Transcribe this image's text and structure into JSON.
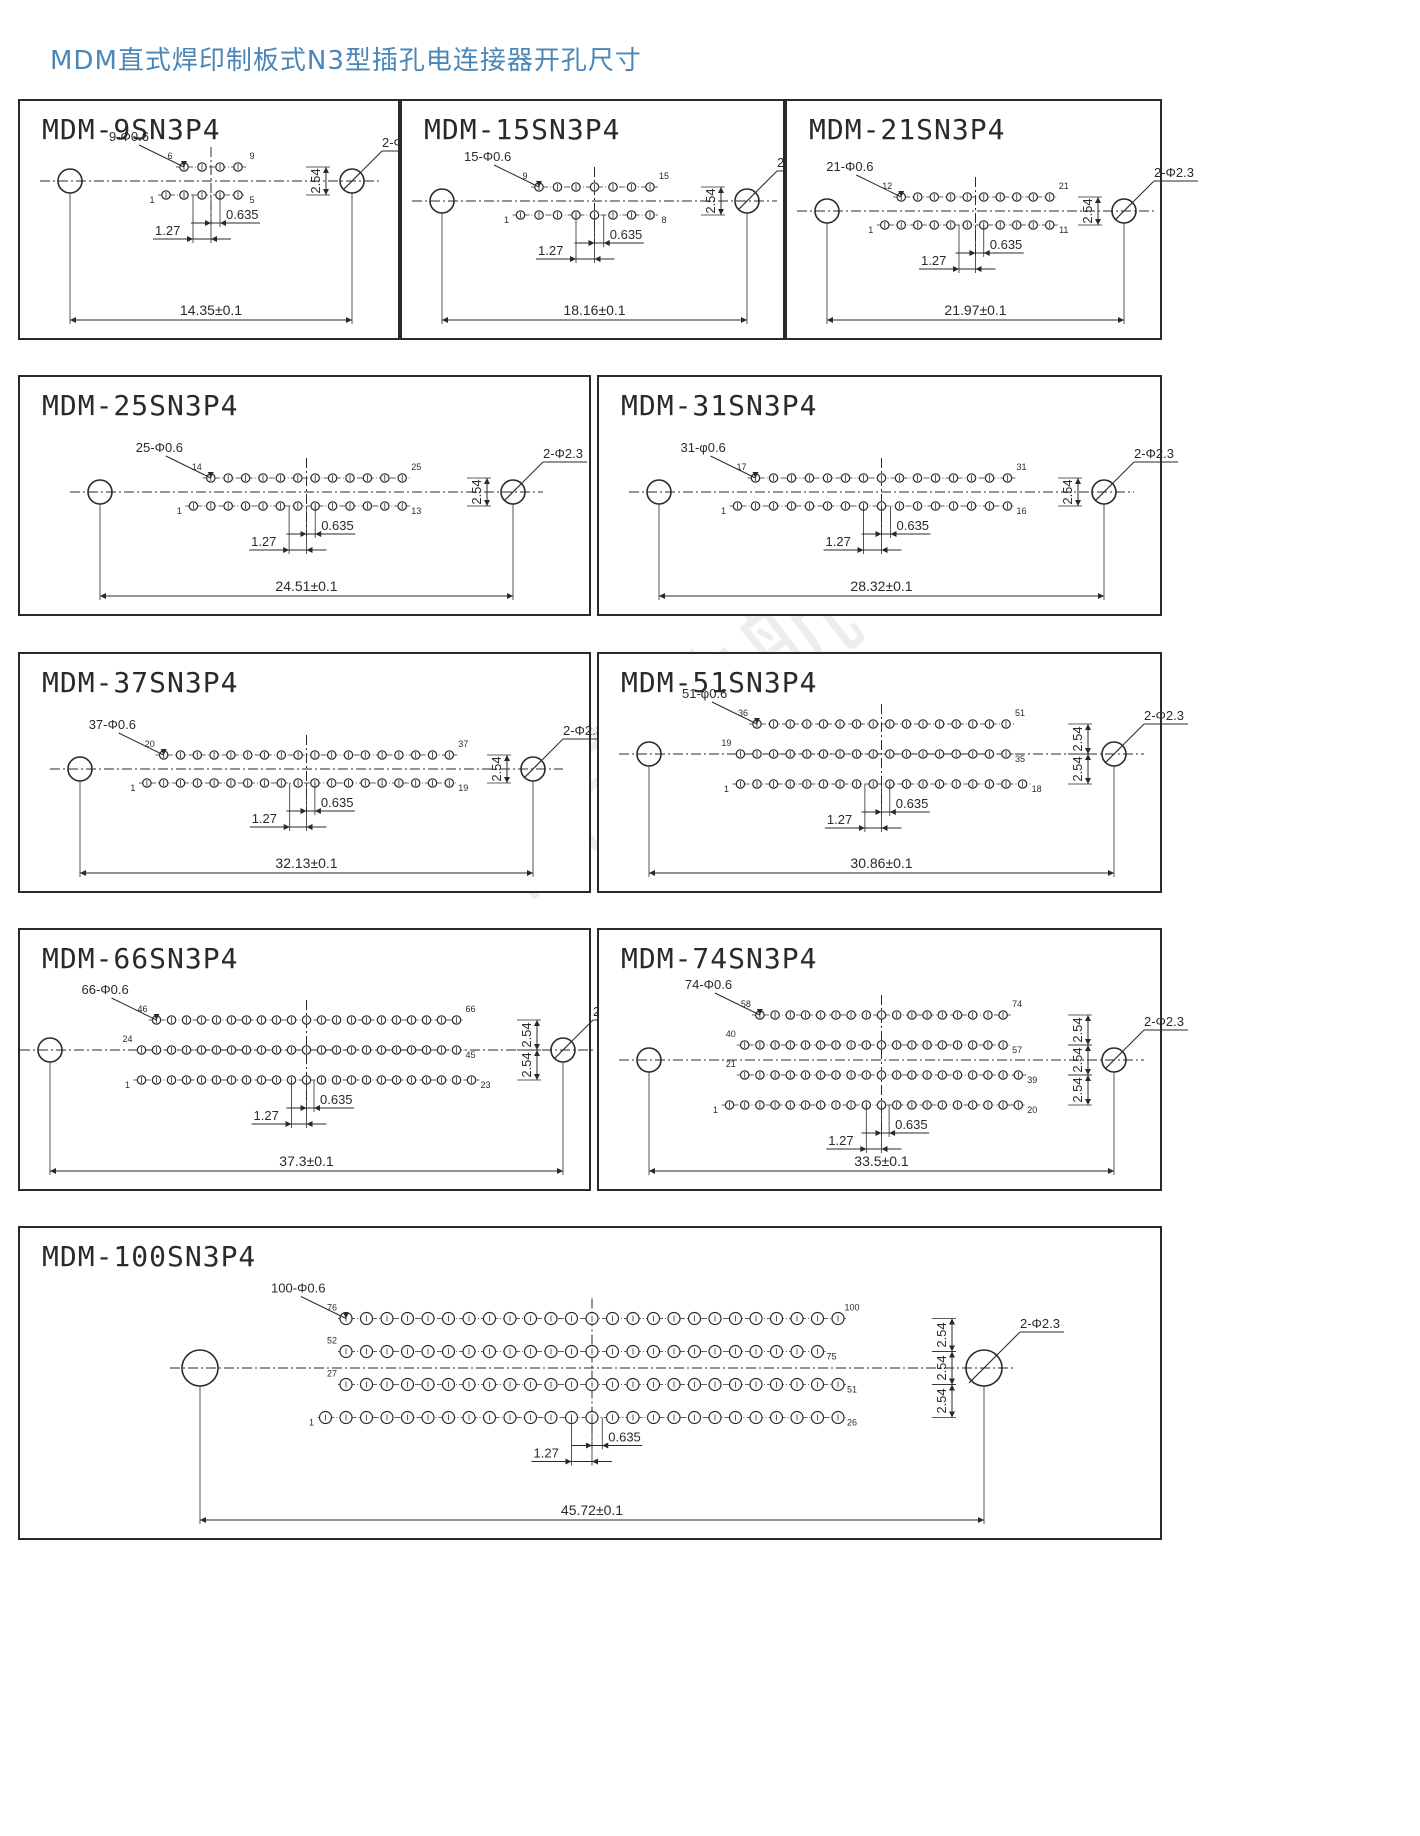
{
  "page_title": "MDM直式焊印制板式N3型插孔电连接器开孔尺寸",
  "watermark": "西安迪航电子",
  "mounting_label": "2-Φ2.3",
  "pitch_label": "1.27",
  "offset_label": "0.635",
  "row_spacing_label": "2.54",
  "colors": {
    "title": "#4a86b8",
    "line": "#2a2a2a"
  },
  "panels": [
    {
      "model": "MDM-9SN3P4",
      "hole_label": "9-Φ0.6",
      "width_label": "14.35±0.1",
      "rows": [
        [
          6,
          9
        ],
        [
          1,
          5
        ]
      ]
    },
    {
      "model": "MDM-15SN3P4",
      "hole_label": "15-Φ0.6",
      "width_label": "18.16±0.1",
      "rows": [
        [
          9,
          15
        ],
        [
          1,
          8
        ]
      ]
    },
    {
      "model": "MDM-21SN3P4",
      "hole_label": "21-Φ0.6",
      "width_label": "21.97±0.1",
      "rows": [
        [
          12,
          21
        ],
        [
          1,
          11
        ]
      ]
    },
    {
      "model": "MDM-25SN3P4",
      "hole_label": "25-Φ0.6",
      "width_label": "24.51±0.1",
      "rows": [
        [
          14,
          25
        ],
        [
          1,
          13
        ]
      ]
    },
    {
      "model": "MDM-31SN3P4",
      "hole_label": "31-φ0.6",
      "width_label": "28.32±0.1",
      "rows": [
        [
          17,
          31
        ],
        [
          1,
          16
        ]
      ]
    },
    {
      "model": "MDM-37SN3P4",
      "hole_label": "37-Φ0.6",
      "width_label": "32.13±0.1",
      "rows": [
        [
          20,
          37
        ],
        [
          1,
          19
        ]
      ]
    },
    {
      "model": "MDM-51SN3P4",
      "hole_label": "51-φ0.6",
      "width_label": "30.86±0.1",
      "rows": [
        [
          36,
          51
        ],
        [
          19,
          35
        ],
        [
          1,
          18
        ]
      ]
    },
    {
      "model": "MDM-66SN3P4",
      "hole_label": "66-Φ0.6",
      "width_label": "37.3±0.1",
      "rows": [
        [
          46,
          66
        ],
        [
          24,
          45
        ],
        [
          1,
          23
        ]
      ]
    },
    {
      "model": "MDM-74SN3P4",
      "hole_label": "74-Φ0.6",
      "width_label": "33.5±0.1",
      "rows": [
        [
          58,
          74
        ],
        [
          40,
          57
        ],
        [
          21,
          39
        ],
        [
          1,
          20
        ]
      ]
    },
    {
      "model": "MDM-100SN3P4",
      "hole_label": "100-Φ0.6",
      "width_label": "45.72±0.1",
      "rows": [
        [
          76,
          100
        ],
        [
          52,
          75
        ],
        [
          27,
          51
        ],
        [
          1,
          26
        ]
      ]
    }
  ]
}
